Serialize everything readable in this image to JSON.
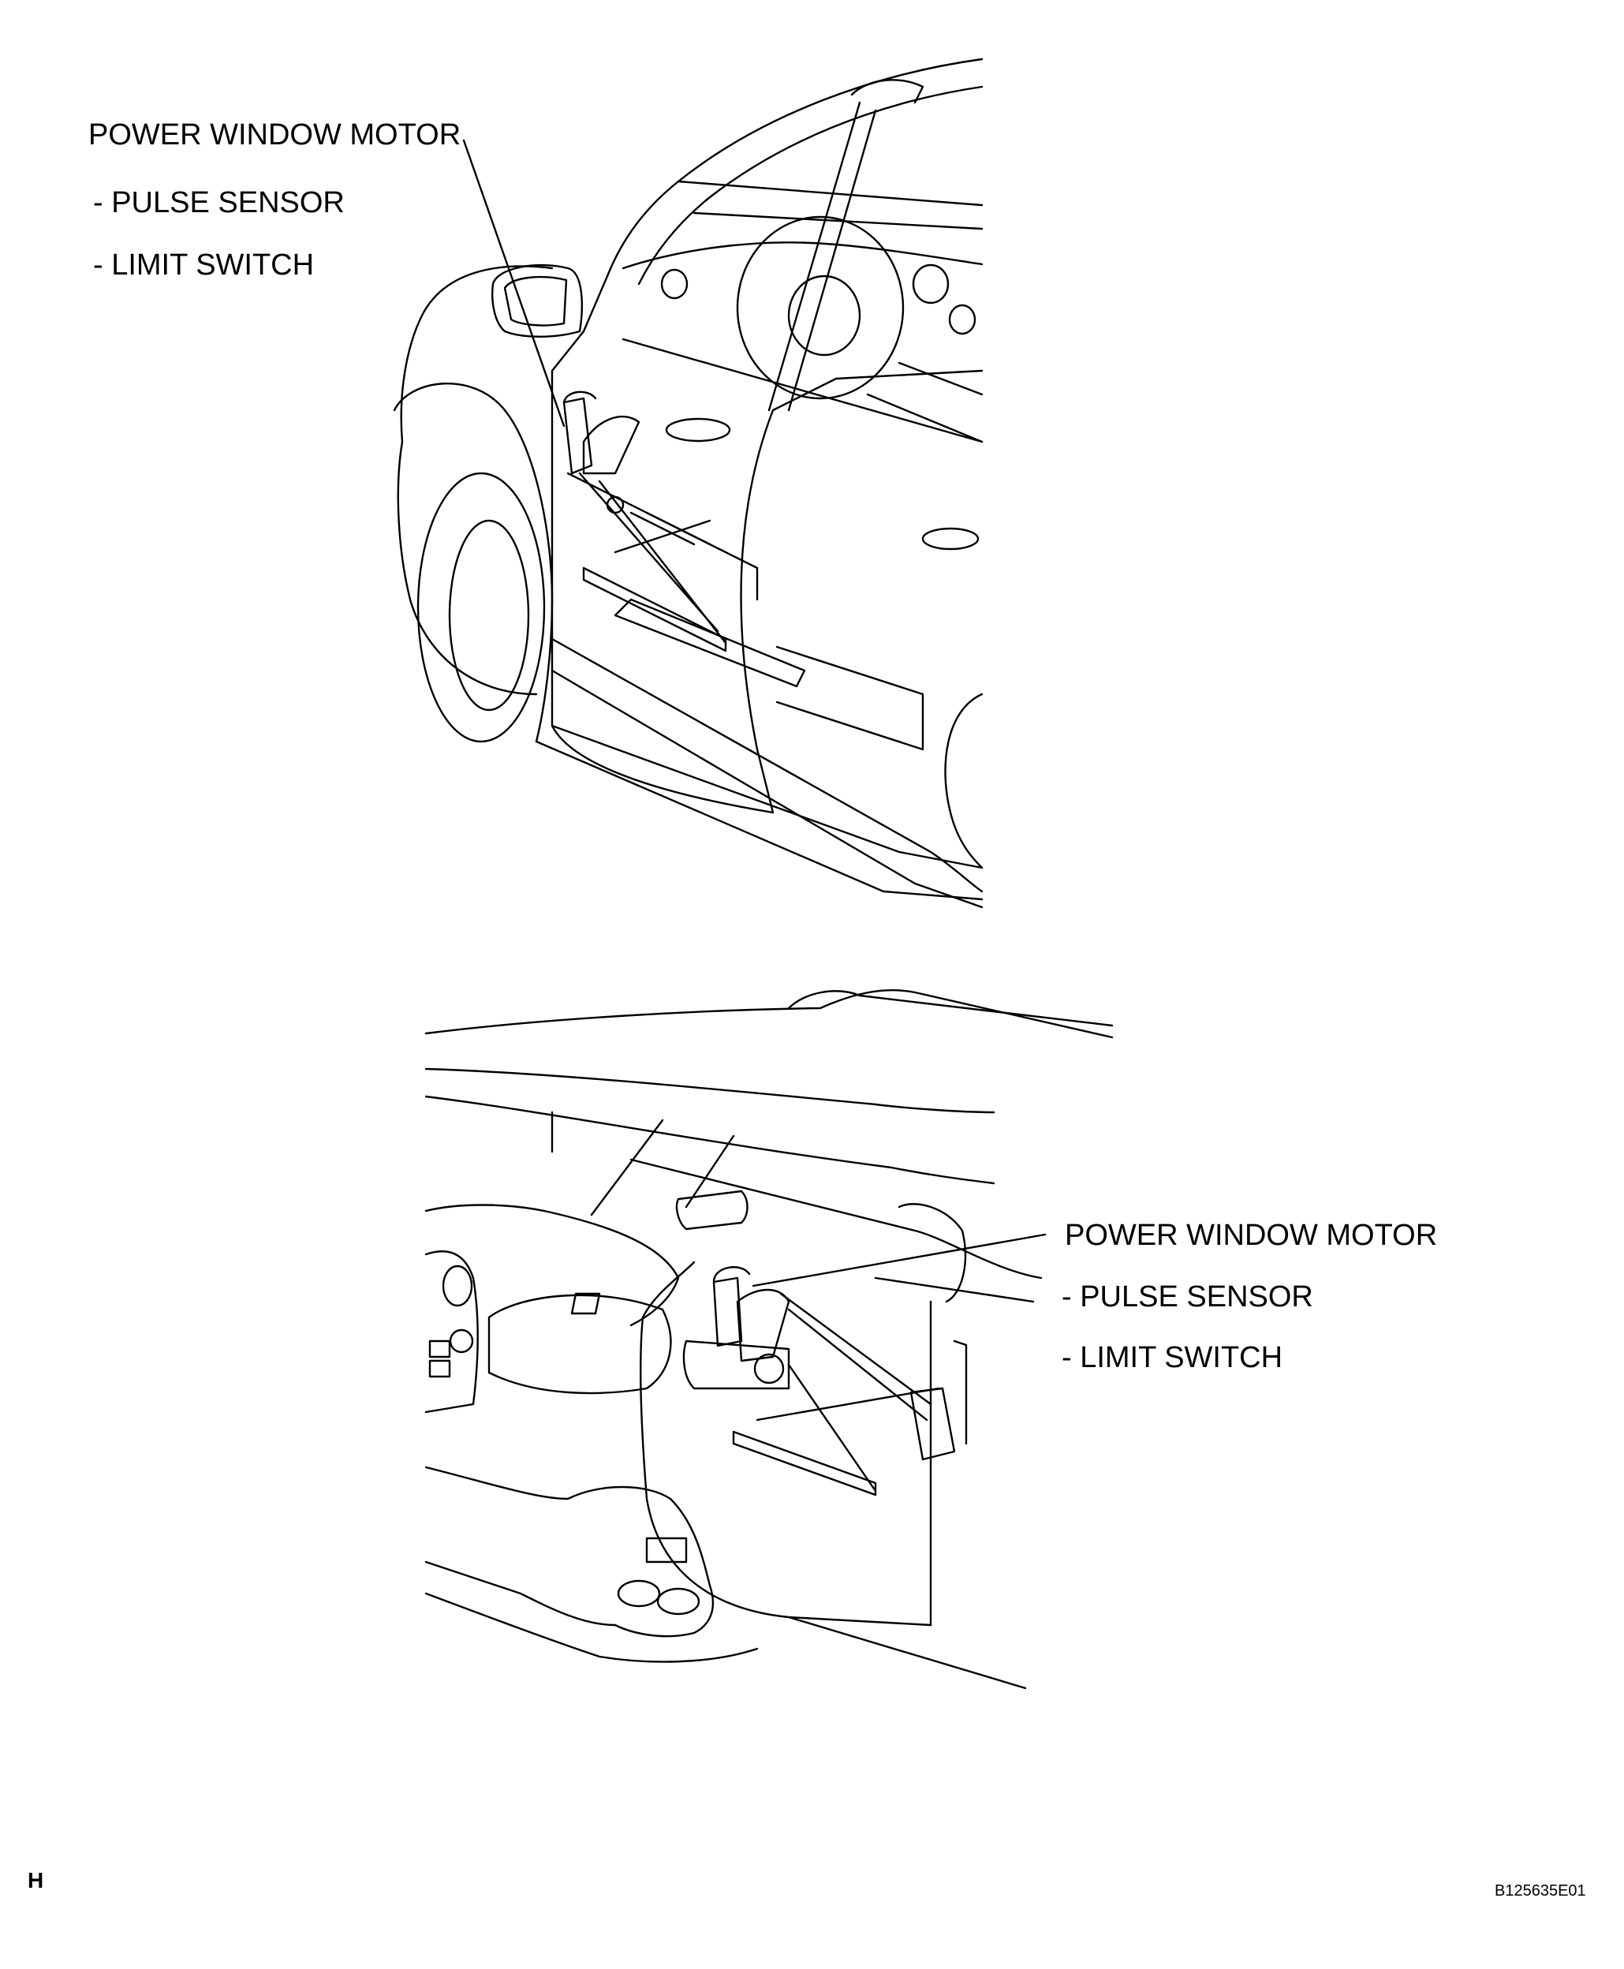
{
  "top_view": {
    "component": "POWER WINDOW MOTOR",
    "sub_items": [
      "- PULSE SENSOR",
      "- LIMIT SWITCH"
    ]
  },
  "bottom_view": {
    "component": "POWER WINDOW MOTOR",
    "sub_items": [
      "- PULSE SENSOR",
      "- LIMIT SWITCH"
    ]
  },
  "section_letter": "H",
  "figure_code": "B125635E01",
  "colors": {
    "line": "#000000",
    "background": "#ffffff"
  }
}
